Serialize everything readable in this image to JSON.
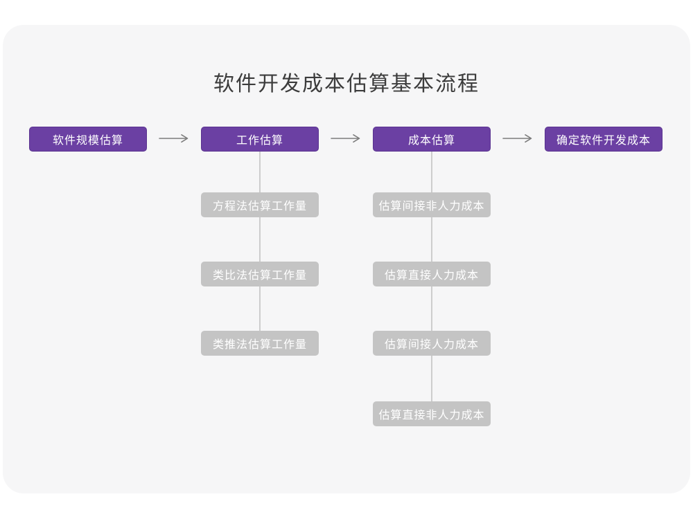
{
  "title": "软件开发成本估算基本流程",
  "flow": {
    "stages": [
      {
        "label": "软件规模估算"
      },
      {
        "label": "工作估算"
      },
      {
        "label": "成本估算"
      },
      {
        "label": "确定软件开发成本"
      }
    ],
    "work_methods": [
      "方程法估算工作量",
      "类比法估算工作量",
      "类推法估算工作量"
    ],
    "cost_steps": [
      "估算间接非人力成本",
      "估算直接人力成本",
      "估算间接人力成本",
      "估算直接非人力成本"
    ]
  },
  "colors": {
    "page_bg": "#ffffff",
    "card_bg": "#f6f6f7",
    "stage_fill": "#6b40a3",
    "stage_border": "#5a3390",
    "substep_fill": "#c4c4c4",
    "connector": "#cdcdcd",
    "arrow": "#7c7c7c",
    "title_text": "#3c3c3c",
    "node_text": "#ffffff"
  }
}
